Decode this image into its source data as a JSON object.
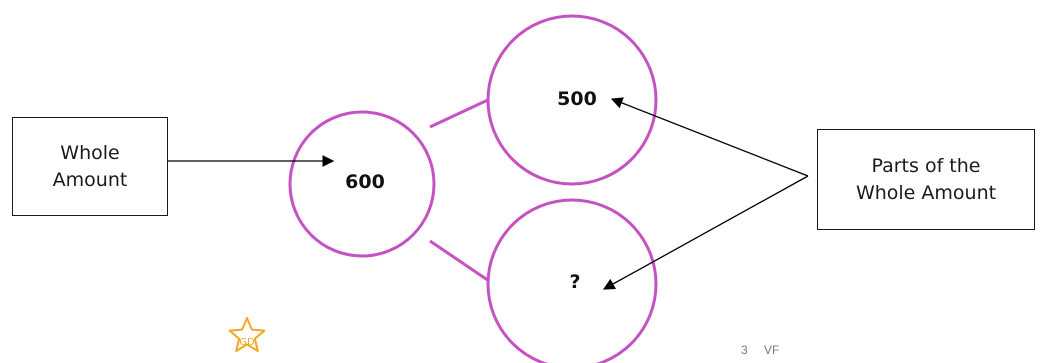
{
  "diagram": {
    "whole_label": {
      "line1": "Whole",
      "line2": "Amount"
    },
    "parts_label": {
      "line1": "Parts of the",
      "line2": "Whole Amount"
    },
    "whole_value": "600",
    "part_values": [
      "500",
      "?"
    ],
    "circle_color": "#c552c3",
    "arrow_color": "#000000"
  },
  "footer": {
    "page_number": "3",
    "code": "VF",
    "badge": {
      "icon": "star-icon",
      "text": "GD",
      "color": "#f5a623"
    }
  }
}
